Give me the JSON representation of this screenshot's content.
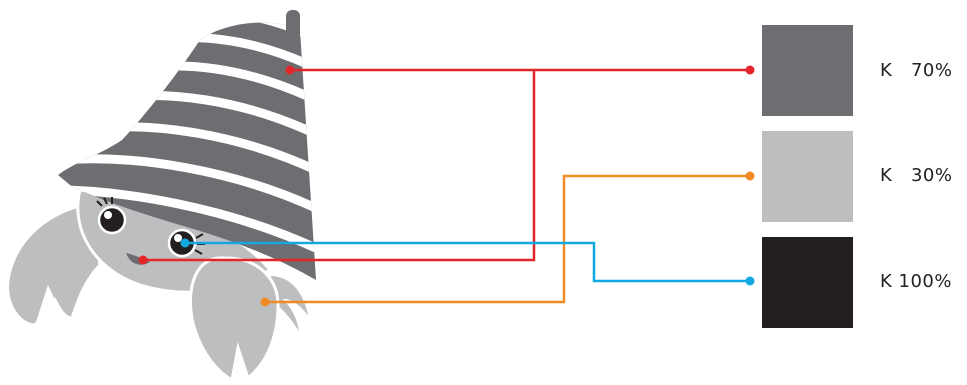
{
  "swatches": [
    {
      "label": "K   70%",
      "color": "#6d6e71"
    },
    {
      "label": "K   30%",
      "color": "#bcbec0"
    },
    {
      "label": "K 100%",
      "color": "#231f20"
    }
  ],
  "connectors": [
    {
      "name": "shell-stripes-to-k70",
      "color": "#e3262a"
    },
    {
      "name": "mouth-to-k70",
      "color": "#e3262a"
    },
    {
      "name": "claw-to-k30",
      "color": "#f08a24"
    },
    {
      "name": "eye-to-k100",
      "color": "#12a9e0"
    }
  ]
}
